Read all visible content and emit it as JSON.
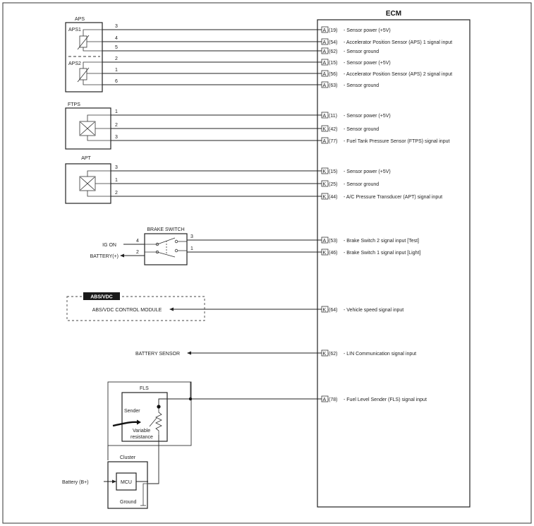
{
  "ecm": {
    "title": "ECM"
  },
  "aps": {
    "title": "APS",
    "aps1": "APS1",
    "aps2": "APS2",
    "pins": [
      "3",
      "4",
      "5",
      "2",
      "1",
      "6"
    ],
    "signals": [
      {
        "pin": "A",
        "num": "(19)",
        "label": "- Sensor power (+5V)"
      },
      {
        "pin": "A",
        "num": "(54)",
        "label": "- Accelerator Position Sensor (APS) 1 signal input"
      },
      {
        "pin": "A",
        "num": "(62)",
        "label": "- Sensor ground"
      },
      {
        "pin": "A",
        "num": "(15)",
        "label": "- Sensor power (+5V)"
      },
      {
        "pin": "A",
        "num": "(56)",
        "label": "- Accelerator Position Sensor (APS) 2 signal input"
      },
      {
        "pin": "A",
        "num": "(63)",
        "label": "- Sensor ground"
      }
    ]
  },
  "ftps": {
    "title": "FTPS",
    "pins": [
      "1",
      "2",
      "3"
    ],
    "signals": [
      {
        "pin": "A",
        "num": "(11)",
        "label": "- Sensor power (+5V)"
      },
      {
        "pin": "K",
        "num": "(42)",
        "label": "- Sensor ground"
      },
      {
        "pin": "A",
        "num": "(77)",
        "label": "- Fuel Tank Pressure Sensor (FTPS) signal input"
      }
    ]
  },
  "apt": {
    "title": "APT",
    "pins": [
      "3",
      "1",
      "2"
    ],
    "signals": [
      {
        "pin": "K",
        "num": "(15)",
        "label": "- Sensor power (+5V)"
      },
      {
        "pin": "K",
        "num": "(25)",
        "label": "- Sensor ground"
      },
      {
        "pin": "K",
        "num": "(44)",
        "label": "- A/C Pressure Transducer (APT) signal input"
      }
    ]
  },
  "brake": {
    "title": "BRAKE SWITCH",
    "ig_on": "IG ON",
    "battery": "BATTERY(+)",
    "left_pins": [
      "4",
      "2"
    ],
    "right_pins": [
      "3",
      "1"
    ],
    "signals": [
      {
        "pin": "A",
        "num": "(53)",
        "label": "- Brake Switch 2 signal input [Test]"
      },
      {
        "pin": "K",
        "num": "(46)",
        "label": "- Brake Switch 1 signal input [Light]"
      }
    ]
  },
  "abs": {
    "badge": "ABS/VDC",
    "module": "ABS/VDC CONTROL MODULE",
    "signal": {
      "pin": "K",
      "num": "(64)",
      "label": "- Vehicle speed signal input"
    }
  },
  "battery_sensor": {
    "label": "BATTERY SENSOR",
    "signal": {
      "pin": "K",
      "num": "(62)",
      "label": "- LIN Communication signal input"
    }
  },
  "fls": {
    "title": "FLS",
    "sender": "Sender",
    "variable": "Variable",
    "resistance": "resistance",
    "signal": {
      "pin": "A",
      "num": "(78)",
      "label": "- Fuel Level Sender (FLS) signal input"
    }
  },
  "cluster": {
    "title": "Cluster",
    "mcu": "MCU",
    "ground": "Ground",
    "battery": "Battery (B+)"
  }
}
